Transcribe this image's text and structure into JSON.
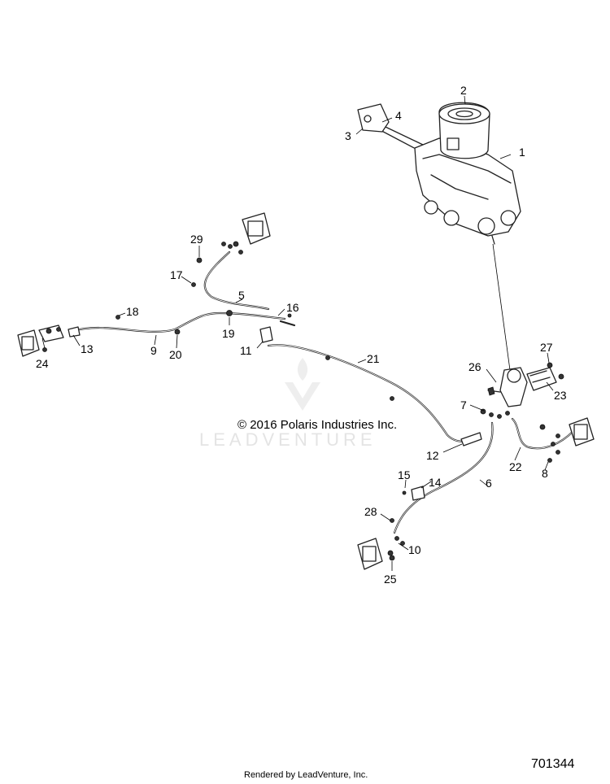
{
  "diagram": {
    "copyright": "© 2016 Polaris Industries Inc.",
    "watermark": "LEADVENTURE",
    "diagram_number": "701344",
    "rendered_by": "Rendered by LeadVenture, Inc."
  },
  "callouts": {
    "c1": "1",
    "c2": "2",
    "c3": "3",
    "c4": "4",
    "c5": "5",
    "c6": "6",
    "c7": "7",
    "c8": "8",
    "c9": "9",
    "c10": "10",
    "c11": "11",
    "c12": "12",
    "c13": "13",
    "c14": "14",
    "c15": "15",
    "c16": "16",
    "c17": "17",
    "c18": "18",
    "c19": "19",
    "c20": "20",
    "c21": "21",
    "c22": "22",
    "c23": "23",
    "c24": "24",
    "c25": "25",
    "c26": "26",
    "c27": "27",
    "c28": "28",
    "c29": "29"
  }
}
